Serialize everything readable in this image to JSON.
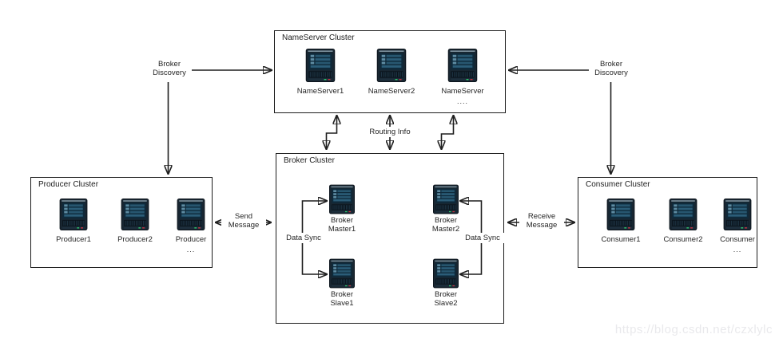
{
  "clusters": {
    "nameserver": {
      "title": "NameServer Cluster",
      "nodes": [
        {
          "icon": "server-icon",
          "label": "NameServer1"
        },
        {
          "icon": "server-icon",
          "label": "NameServer2"
        },
        {
          "icon": "server-icon",
          "label": "NameServer",
          "more": "...."
        }
      ]
    },
    "broker": {
      "title": "Broker Cluster",
      "nodes": [
        {
          "icon": "server-icon",
          "label_line1": "Broker",
          "label_line2": "Master1"
        },
        {
          "icon": "server-icon",
          "label_line1": "Broker",
          "label_line2": "Master2"
        },
        {
          "icon": "server-icon",
          "label_line1": "Broker",
          "label_line2": "Slave1"
        },
        {
          "icon": "server-icon",
          "label_line1": "Broker",
          "label_line2": "Slave2"
        }
      ]
    },
    "producer": {
      "title": "Producer Cluster",
      "nodes": [
        {
          "icon": "server-icon",
          "label": "Producer1"
        },
        {
          "icon": "server-icon",
          "label": "Producer2"
        },
        {
          "icon": "server-icon",
          "label": "Producer",
          "more": "..."
        }
      ]
    },
    "consumer": {
      "title": "Consumer Cluster",
      "nodes": [
        {
          "icon": "server-icon",
          "label": "Consumer1"
        },
        {
          "icon": "server-icon",
          "label": "Consumer2"
        },
        {
          "icon": "server-icon",
          "label": "Consumer",
          "more": "..."
        }
      ]
    }
  },
  "edges": {
    "broker_discovery_left": {
      "line1": "Broker",
      "line2": "Discovery"
    },
    "broker_discovery_right": {
      "line1": "Broker",
      "line2": "Discovery"
    },
    "routing_info": {
      "label": "Routing Info"
    },
    "send_message": {
      "line1": "Send",
      "line2": "Message"
    },
    "receive_message": {
      "line1": "Receive",
      "line2": "Message"
    },
    "data_sync_left": {
      "label": "Data Sync"
    },
    "data_sync_right": {
      "label": "Data Sync"
    }
  },
  "watermark": "https://blog.csdn.net/czxlylc",
  "colors": {
    "line": "#1f1f1f",
    "box_border": "#1c1c1c",
    "background": "#ffffff",
    "server_body": "#182631",
    "server_screen": "#0f2a3b",
    "server_bar": "#27566f",
    "led_green": "#2ec56a",
    "led_red": "#c9323f",
    "watermark": "#e9e9ec"
  }
}
